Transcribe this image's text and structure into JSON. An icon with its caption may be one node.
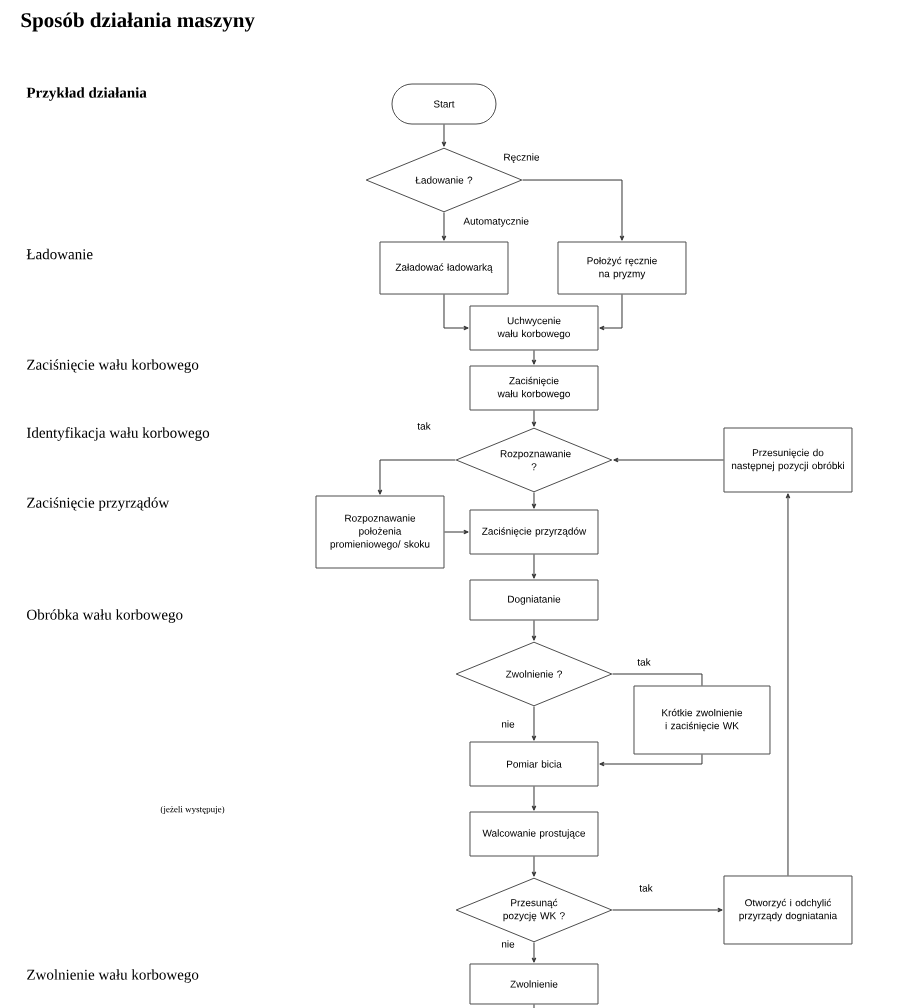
{
  "diagram": {
    "title": "Sposób działania maszyny",
    "nodes": [
      {
        "text": [
          "Start"
        ]
      },
      {
        "text": [
          "Ładowanie ?"
        ]
      },
      {
        "text": [
          "Załadować ładowarką"
        ]
      },
      {
        "text": [
          "Położyć ręcznie na pryzmy"
        ]
      },
      {
        "text": [
          "Uchwycenie wału korbowego"
        ]
      },
      {
        "text": [
          "Zaciśnięcie wału korbowego"
        ]
      },
      {
        "text": [
          "Rozpoznawanie ?"
        ]
      },
      {
        "text": [
          "Przesunięcie do następnej pozycji obróbki"
        ]
      },
      {
        "text": [
          "Rozpoznawanie położenia promieniowego/ skoku"
        ]
      },
      {
        "text": [
          "Zaciśnięcie przyrządów"
        ]
      },
      {
        "text": [
          "Dogniatanie"
        ]
      },
      {
        "text": [
          "Zwolnienie ?"
        ]
      },
      {
        "text": [
          "Krótkie zwolnienie i zaciśnięcie WK"
        ]
      },
      {
        "text": [
          "Pomiar bicia"
        ]
      },
      {
        "text": [
          "Walcowanie prostujące"
        ]
      },
      {
        "text": [
          "Przesunąć pozycję WK ?"
        ]
      },
      {
        "text": [
          "Otworzyć i odchylić przyrządy dogniatania"
        ]
      },
      {
        "text": [
          "Zwolnienie"
        ]
      }
    ],
    "edges": [
      {
        "from": 0,
        "to": 1,
        "arrow": "to"
      },
      {
        "from": 1,
        "to": 2,
        "arrow": "to",
        "label": "Automatycznie"
      },
      {
        "from": 1,
        "to": 3,
        "arrow": "to",
        "label": "Ręcznie"
      },
      {
        "from": 2,
        "to": 4,
        "arrow": "to"
      },
      {
        "from": 3,
        "to": 4,
        "arrow": "to"
      },
      {
        "from": 4,
        "to": 5,
        "arrow": "to"
      },
      {
        "from": 5,
        "to": 6,
        "arrow": "to"
      },
      {
        "from": 6,
        "to": 8,
        "arrow": "to",
        "label": "tak"
      },
      {
        "from": 6,
        "to": 9,
        "arrow": "to"
      },
      {
        "from": 8,
        "to": 9,
        "arrow": "to"
      },
      {
        "from": 9,
        "to": 10,
        "arrow": "to"
      },
      {
        "from": 10,
        "to": 11,
        "arrow": "to"
      },
      {
        "from": 11,
        "to": 12,
        "arrow": "none",
        "label": "tak"
      },
      {
        "from": 12,
        "to": 13,
        "arrow": "to"
      },
      {
        "from": 11,
        "to": 13,
        "arrow": "to",
        "label": "nie"
      },
      {
        "from": 13,
        "to": 14,
        "arrow": "to"
      },
      {
        "from": 14,
        "to": 15,
        "arrow": "to"
      },
      {
        "from": 15,
        "to": 16,
        "arrow": "to",
        "label": "tak"
      },
      {
        "from": 16,
        "to": 7,
        "arrow": "to"
      },
      {
        "from": 7,
        "to": 6,
        "arrow": "to"
      },
      {
        "from": 15,
        "to": 17,
        "arrow": "to",
        "label": "nie"
      },
      {
        "from": 17,
        "to": null,
        "arrow": "none"
      }
    ],
    "labels": [
      "Przykład działania",
      "Ładowanie",
      "Zaciśnięcie wału korbowego",
      "Identyfikacja wału korbowego",
      "Zaciśnięcie przyrządów",
      "Obróbka wału korbowego",
      "(jeżeli występuje)",
      "Zwolnienie wału korbowego"
    ]
  }
}
